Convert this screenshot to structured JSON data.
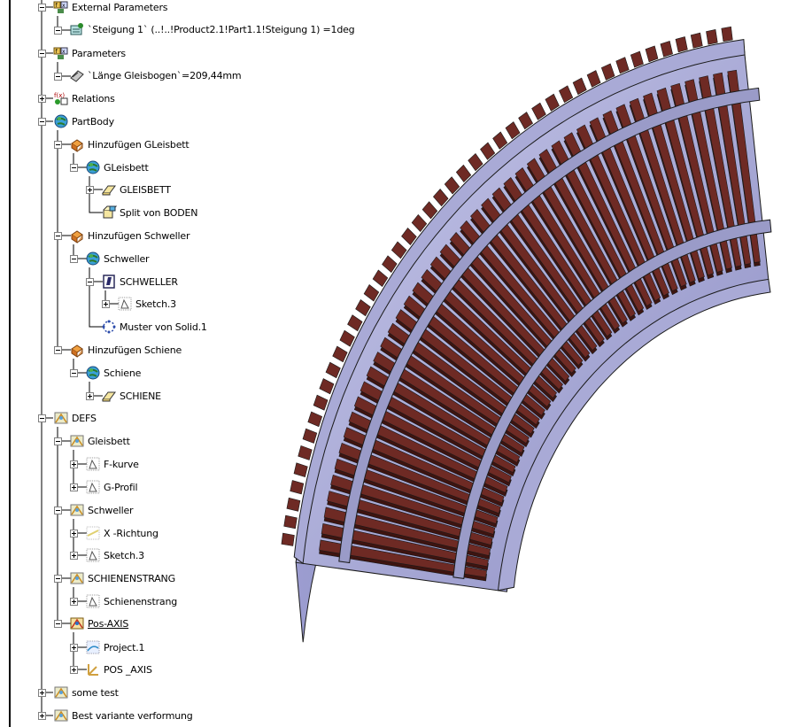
{
  "tree": {
    "nodes": [
      {
        "id": "external-parameters",
        "label": "External Parameters",
        "icon": "parameters-set-icon"
      },
      {
        "id": "steigung",
        "label": "`Steigung 1` (..!..!Product2.1!Part1.1!Steigung 1) =1deg",
        "icon": "external-parameter-icon"
      },
      {
        "id": "parameters",
        "label": "Parameters",
        "icon": "parameters-set-icon"
      },
      {
        "id": "laenge",
        "label": "`Länge Gleisbogen`=209,44mm",
        "icon": "parameter-length-icon"
      },
      {
        "id": "relations",
        "label": "Relations",
        "icon": "relations-icon"
      },
      {
        "id": "partbody",
        "label": "PartBody",
        "icon": "body-globe-icon"
      },
      {
        "id": "hinzufuegen-gleisbett",
        "label": "Hinzufügen GLeisbett",
        "icon": "add-operation-icon"
      },
      {
        "id": "gleisbett-body",
        "label": "GLeisbett",
        "icon": "body-globe-icon"
      },
      {
        "id": "gleisbett-feature",
        "label": "GLEISBETT",
        "icon": "rib-feature-icon"
      },
      {
        "id": "split-boden",
        "label": "Split von BODEN",
        "icon": "split-icon"
      },
      {
        "id": "hinzufuegen-schweller",
        "label": "Hinzufügen Schweller",
        "icon": "add-operation-icon"
      },
      {
        "id": "schweller-body",
        "label": "Schweller",
        "icon": "body-globe-icon"
      },
      {
        "id": "schweller-feature",
        "label": "SCHWELLER",
        "icon": "pad-icon"
      },
      {
        "id": "sketch3-a",
        "label": "Sketch.3",
        "icon": "sketch-icon"
      },
      {
        "id": "muster",
        "label": "Muster von Solid.1",
        "icon": "pattern-icon"
      },
      {
        "id": "hinzufuegen-schiene",
        "label": "Hinzufügen Schiene",
        "icon": "add-operation-icon"
      },
      {
        "id": "schiene-body",
        "label": "Schiene",
        "icon": "body-globe-icon"
      },
      {
        "id": "schiene-feature",
        "label": "SCHIENE",
        "icon": "rib-feature-icon"
      },
      {
        "id": "defs",
        "label": "DEFS",
        "icon": "geometrical-set-icon"
      },
      {
        "id": "gleisbett-set",
        "label": "Gleisbett",
        "icon": "geometrical-set-icon"
      },
      {
        "id": "f-kurve",
        "label": "F-kurve",
        "icon": "sketch-icon"
      },
      {
        "id": "g-profil",
        "label": "G-Profil",
        "icon": "sketch-icon"
      },
      {
        "id": "schweller-set",
        "label": "Schweller",
        "icon": "geometrical-set-icon"
      },
      {
        "id": "x-richtung",
        "label": "X -Richtung",
        "icon": "line-icon"
      },
      {
        "id": "sketch3-b",
        "label": "Sketch.3",
        "icon": "sketch-icon"
      },
      {
        "id": "schienenstrang-set",
        "label": "SCHIENENSTRANG",
        "icon": "geometrical-set-icon"
      },
      {
        "id": "schienenstrang",
        "label": "Schienenstrang",
        "icon": "sketch-icon"
      },
      {
        "id": "pos-axis",
        "label": "Pos-AXIS",
        "icon": "geometrical-set-active-icon"
      },
      {
        "id": "project1",
        "label": "Project.1",
        "icon": "projection-icon"
      },
      {
        "id": "pos-axis-item",
        "label": "POS _AXIS",
        "icon": "axis-system-icon"
      },
      {
        "id": "some-test",
        "label": "some test",
        "icon": "geometrical-set-icon"
      },
      {
        "id": "best-variante",
        "label": "Best variante verformung",
        "icon": "geometrical-set-icon"
      }
    ]
  },
  "model": {
    "name": "curved-track-model",
    "sleeper_color": "#6e2a24",
    "rail_color": "#9a9bc8",
    "bed_color": "#a9aad6",
    "bed_side_color": "#7b7cb4",
    "outline_color": "#1a1a1a"
  }
}
